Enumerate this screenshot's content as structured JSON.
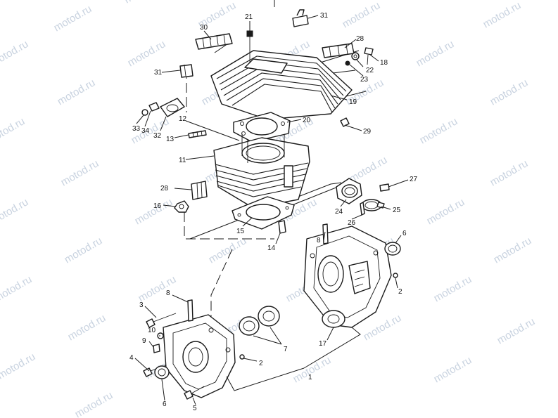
{
  "watermark": {
    "text": "motod.ru"
  },
  "callouts": [
    {
      "id": "c1",
      "label": "1"
    },
    {
      "id": "c2a",
      "label": "2"
    },
    {
      "id": "c2b",
      "label": "2"
    },
    {
      "id": "c3",
      "label": "3"
    },
    {
      "id": "c4",
      "label": "4"
    },
    {
      "id": "c5",
      "label": "5"
    },
    {
      "id": "c6a",
      "label": "6"
    },
    {
      "id": "c6b",
      "label": "6"
    },
    {
      "id": "c7",
      "label": "7"
    },
    {
      "id": "c8a",
      "label": "8"
    },
    {
      "id": "c8b",
      "label": "8"
    },
    {
      "id": "c9",
      "label": "9"
    },
    {
      "id": "c10",
      "label": "10"
    },
    {
      "id": "c11",
      "label": "11"
    },
    {
      "id": "c12",
      "label": "12"
    },
    {
      "id": "c13",
      "label": "13"
    },
    {
      "id": "c14",
      "label": "14"
    },
    {
      "id": "c15",
      "label": "15"
    },
    {
      "id": "c16",
      "label": "16"
    },
    {
      "id": "c17",
      "label": "17"
    },
    {
      "id": "c18",
      "label": "18"
    },
    {
      "id": "c19",
      "label": "19"
    },
    {
      "id": "c20",
      "label": "20"
    },
    {
      "id": "c21",
      "label": "21"
    },
    {
      "id": "c22",
      "label": "22"
    },
    {
      "id": "c23",
      "label": "23"
    },
    {
      "id": "c24",
      "label": "24"
    },
    {
      "id": "c25",
      "label": "25"
    },
    {
      "id": "c26",
      "label": "26"
    },
    {
      "id": "c27",
      "label": "27"
    },
    {
      "id": "c28a",
      "label": "28"
    },
    {
      "id": "c28b",
      "label": "28"
    },
    {
      "id": "c29",
      "label": "29"
    },
    {
      "id": "c30",
      "label": "30"
    },
    {
      "id": "c31a",
      "label": "31"
    },
    {
      "id": "c31b",
      "label": "31"
    },
    {
      "id": "c32",
      "label": "32"
    },
    {
      "id": "c33",
      "label": "33"
    },
    {
      "id": "c34",
      "label": "34"
    }
  ]
}
